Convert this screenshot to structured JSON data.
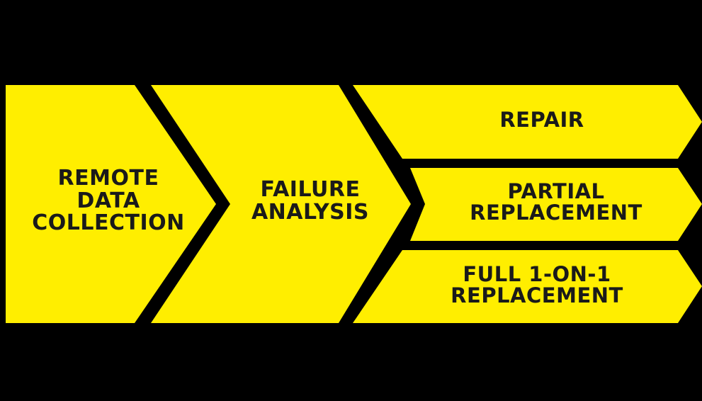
{
  "colors": {
    "background": "#000000",
    "shape_fill": "#ffee00",
    "text": "#1a1a1a"
  },
  "steps": [
    {
      "lines": [
        "REMOTE",
        "DATA",
        "COLLECTION"
      ]
    },
    {
      "lines": [
        "FAILURE",
        "ANALYSIS"
      ]
    }
  ],
  "outcomes": [
    {
      "lines": [
        "REPAIR"
      ]
    },
    {
      "lines": [
        "PARTIAL",
        "REPLACEMENT"
      ]
    },
    {
      "lines": [
        "FULL 1-ON-1",
        "REPLACEMENT"
      ]
    }
  ]
}
